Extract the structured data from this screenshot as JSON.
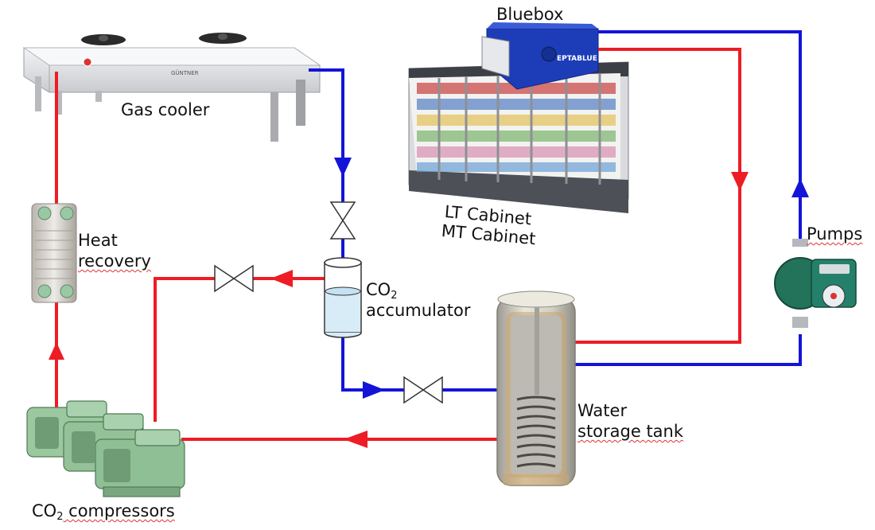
{
  "labels": {
    "bluebox": "Bluebox",
    "gas_cooler": "Gas cooler",
    "lt_cabinet": "LT Cabinet",
    "mt_cabinet": "MT Cabinet",
    "heat_recovery_line1": "Heat",
    "heat_recovery_line2": "recovery",
    "pumps": "Pumps",
    "co2_prefix": "CO",
    "co2_subscript": "2",
    "accumulator": "accumulator",
    "water_line1": "Water",
    "water_line2": "storage tank",
    "compressors_suffix": " compressors"
  },
  "equipment_text": {
    "gas_cooler_brand": "GÜNTNER",
    "bluebox_brand": "EPTABLUE"
  },
  "colors": {
    "hot_line": "#ee1c24",
    "cold_line": "#1414d8",
    "compressor_green": "#8fbf94",
    "tank_body": "#d6d3c8",
    "bluebox": "#1f3fbf"
  }
}
